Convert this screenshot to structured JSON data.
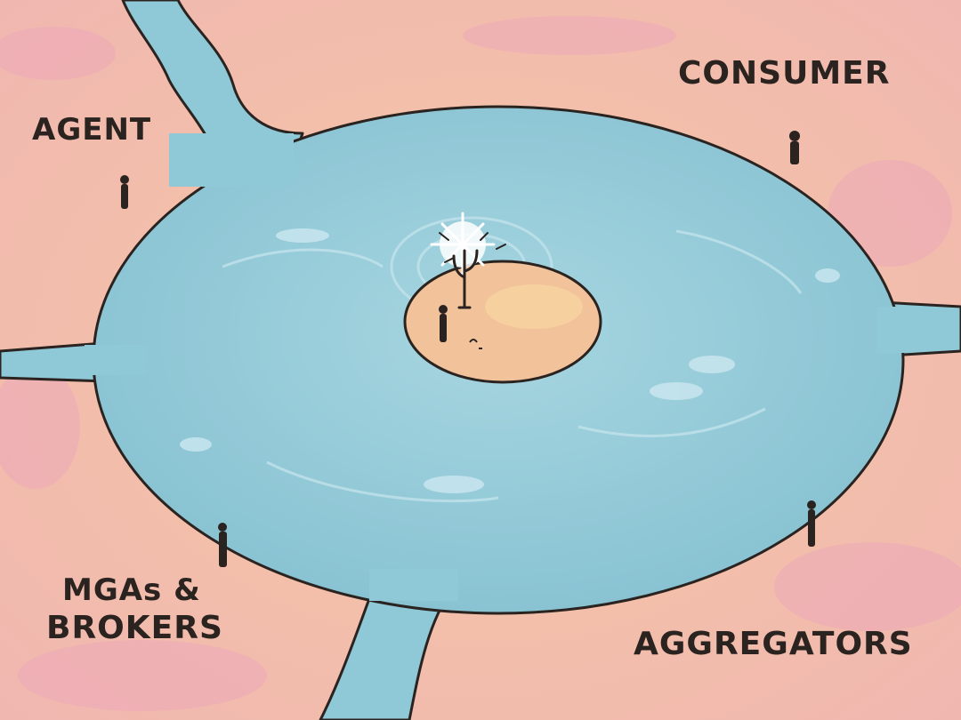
{
  "regions": {
    "agent": "AGENT",
    "consumer": "CONSUMER",
    "mgas": "MGAs &",
    "brokers": "BROKERS",
    "aggregators": "AGGREGATORS"
  },
  "colors": {
    "land": "#f4c6a0",
    "land_tint": "#eeb0b9",
    "water": "#8fc8d6",
    "water_light": "#b6dde6",
    "outline": "#2a2320",
    "island": "#f2c39a"
  },
  "icons": [
    "person-icon",
    "tree-icon",
    "sparkle-icon"
  ]
}
